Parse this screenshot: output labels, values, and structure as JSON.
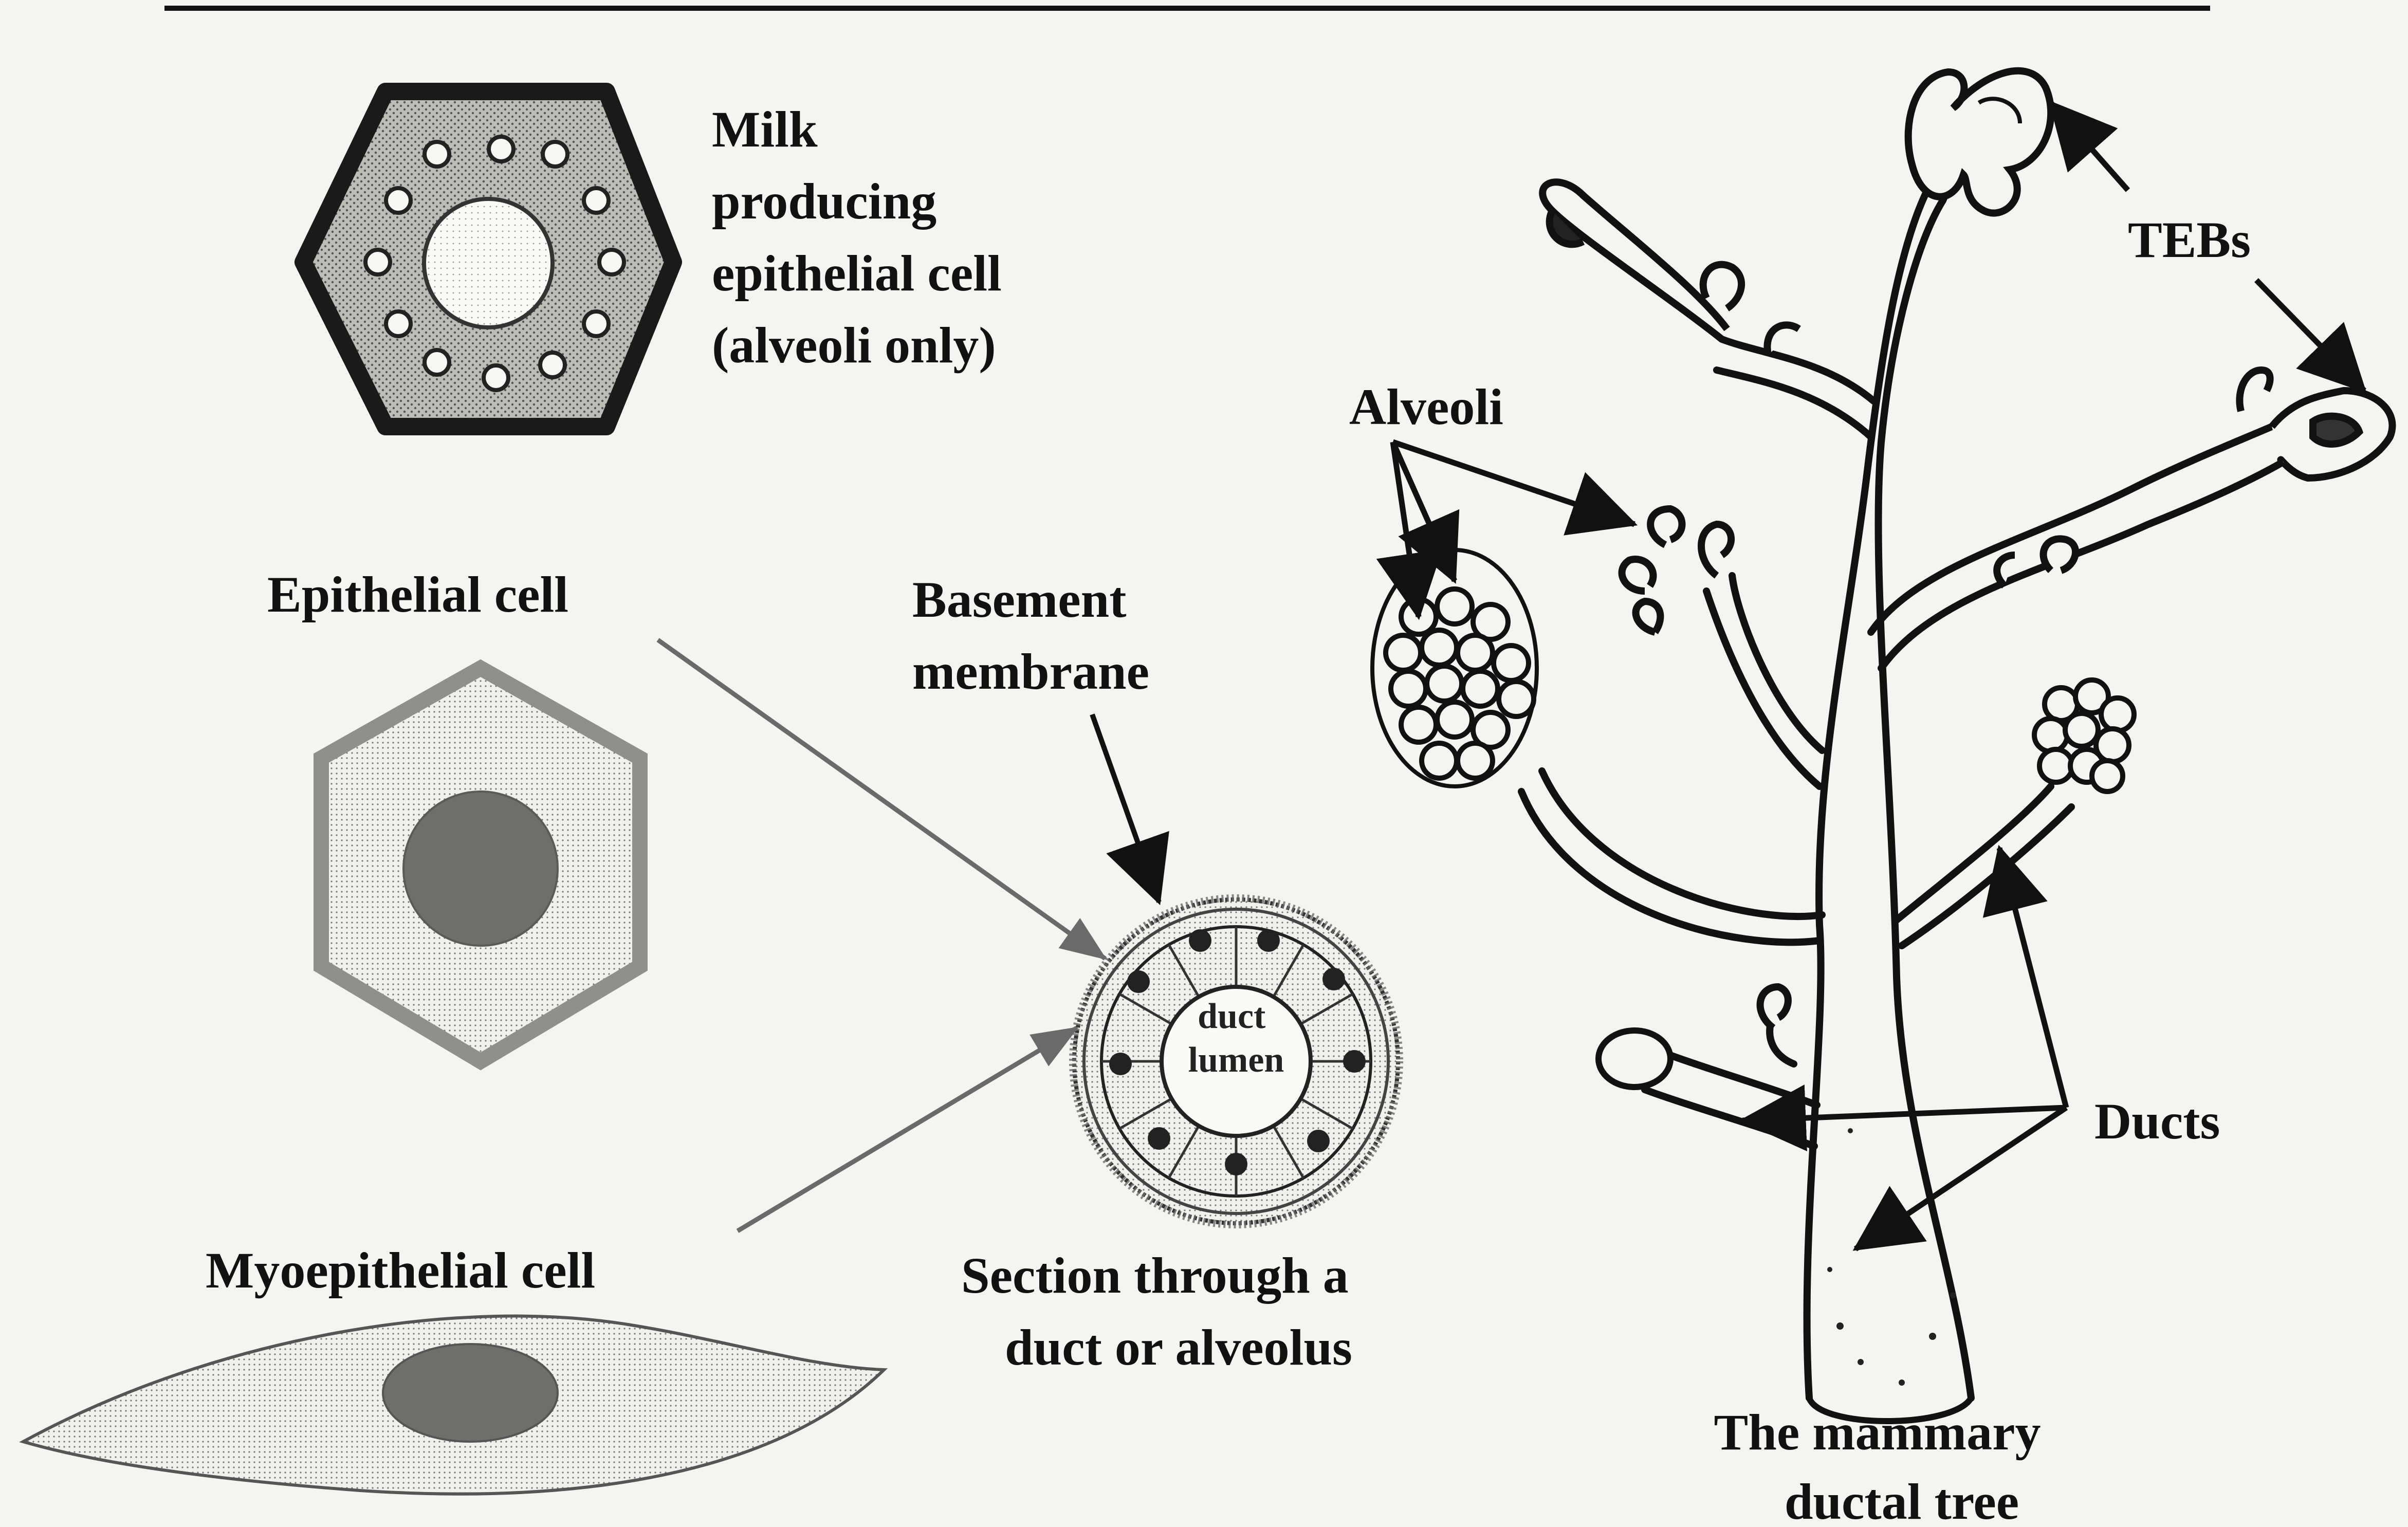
{
  "labels": {
    "milk_cell": [
      "Milk",
      "producing",
      "epithelial   cell",
      "(alveoli   only)"
    ],
    "epithelial_cell": "Epithelial   cell",
    "basement_membrane": [
      "Basement",
      "membrane"
    ],
    "myoepithelial_cell": "Myoepithelial   cell",
    "duct_lumen": [
      "duct",
      "lumen"
    ],
    "section": [
      "Section  through  a",
      "duct  or  alveolus"
    ],
    "alveoli": "Alveoli",
    "tebs": "TEBs",
    "ducts": "Ducts",
    "tree": [
      "The  mammary",
      "ductal  tree"
    ]
  },
  "colors": {
    "ink": "#111111",
    "paper": "#f4f4f1",
    "cell_fill": "#bdbdb8",
    "nucleus_light": "#e2e2de",
    "gray_outline": "#8f8f8b",
    "gray_fill": "#dcdcd7",
    "gray_nucleus": "#6e6e6a",
    "arrow_gray": "#6a6a6a"
  }
}
